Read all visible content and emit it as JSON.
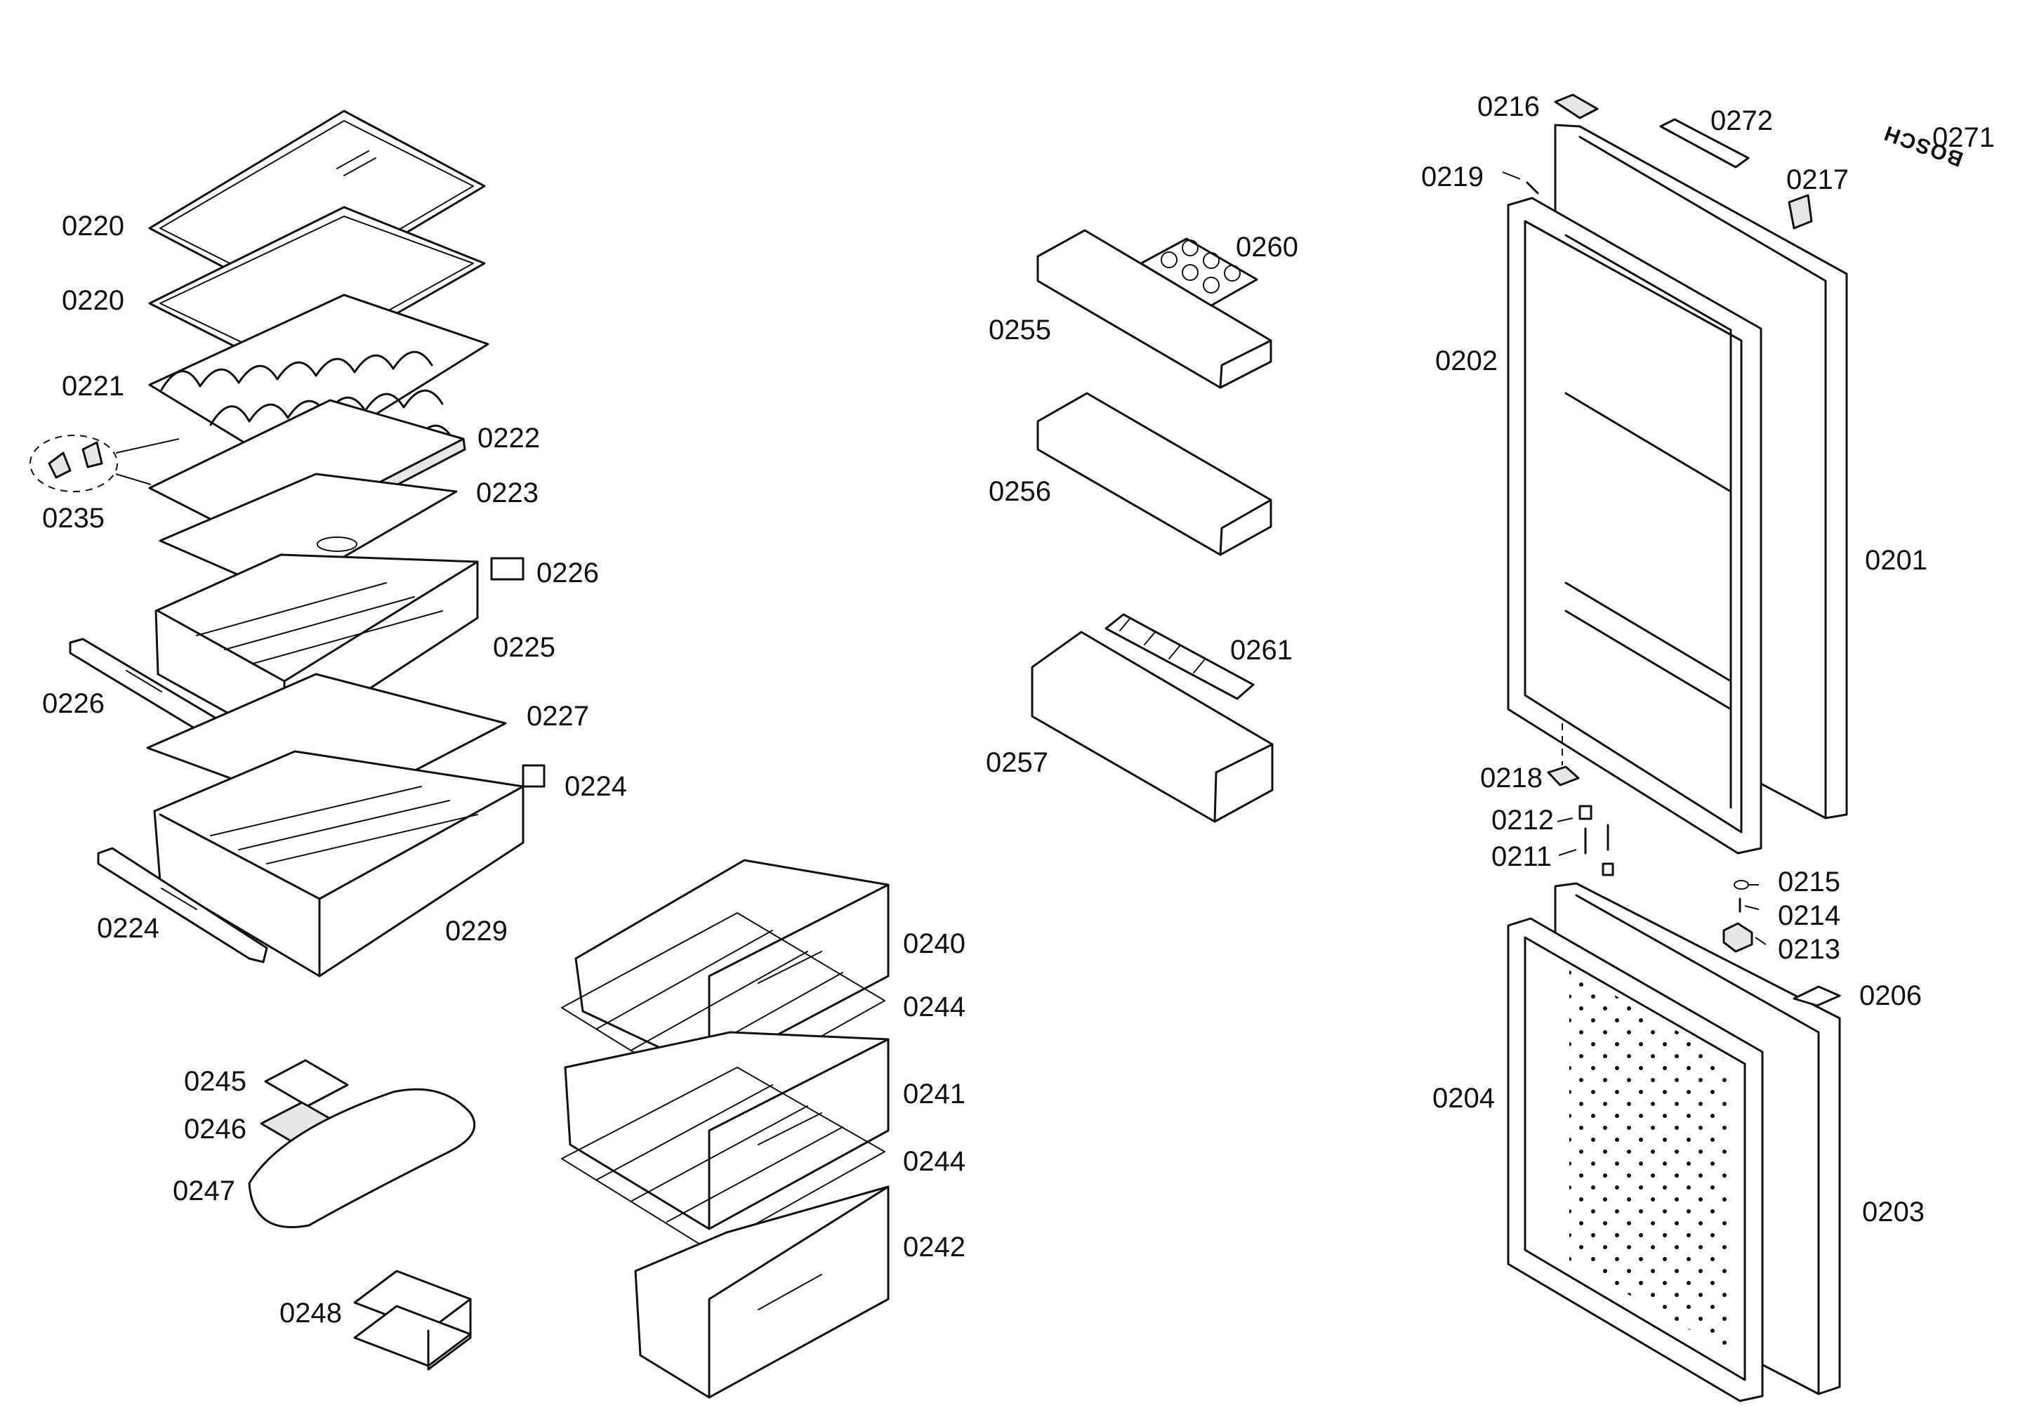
{
  "parts": [
    {
      "id": "lbl-0216",
      "text": "0216"
    },
    {
      "id": "lbl-0272",
      "text": "0272"
    },
    {
      "id": "lbl-0271",
      "text": "0271"
    },
    {
      "id": "lbl-0219",
      "text": "0219"
    },
    {
      "id": "lbl-0217",
      "text": "0217"
    },
    {
      "id": "lbl-0220a",
      "text": "0220"
    },
    {
      "id": "lbl-0220b",
      "text": "0220"
    },
    {
      "id": "lbl-0221",
      "text": "0221"
    },
    {
      "id": "lbl-0222",
      "text": "0222"
    },
    {
      "id": "lbl-0223",
      "text": "0223"
    },
    {
      "id": "lbl-0235",
      "text": "0235"
    },
    {
      "id": "lbl-0226a",
      "text": "0226"
    },
    {
      "id": "lbl-0225",
      "text": "0225"
    },
    {
      "id": "lbl-0226b",
      "text": "0226"
    },
    {
      "id": "lbl-0227",
      "text": "0227"
    },
    {
      "id": "lbl-0224a",
      "text": "0224"
    },
    {
      "id": "lbl-0224b",
      "text": "0224"
    },
    {
      "id": "lbl-0229",
      "text": "0229"
    },
    {
      "id": "lbl-0255",
      "text": "0255"
    },
    {
      "id": "lbl-0260",
      "text": "0260"
    },
    {
      "id": "lbl-0256",
      "text": "0256"
    },
    {
      "id": "lbl-0261",
      "text": "0261"
    },
    {
      "id": "lbl-0257",
      "text": "0257"
    },
    {
      "id": "lbl-0202",
      "text": "0202"
    },
    {
      "id": "lbl-0201",
      "text": "0201"
    },
    {
      "id": "lbl-0218",
      "text": "0218"
    },
    {
      "id": "lbl-0212",
      "text": "0212"
    },
    {
      "id": "lbl-0211",
      "text": "0211"
    },
    {
      "id": "lbl-0215",
      "text": "0215"
    },
    {
      "id": "lbl-0214",
      "text": "0214"
    },
    {
      "id": "lbl-0213",
      "text": "0213"
    },
    {
      "id": "lbl-0206",
      "text": "0206"
    },
    {
      "id": "lbl-0204",
      "text": "0204"
    },
    {
      "id": "lbl-0203",
      "text": "0203"
    },
    {
      "id": "lbl-0240",
      "text": "0240"
    },
    {
      "id": "lbl-0244a",
      "text": "0244"
    },
    {
      "id": "lbl-0241",
      "text": "0241"
    },
    {
      "id": "lbl-0244b",
      "text": "0244"
    },
    {
      "id": "lbl-0242",
      "text": "0242"
    },
    {
      "id": "lbl-0245",
      "text": "0245"
    },
    {
      "id": "lbl-0246",
      "text": "0246"
    },
    {
      "id": "lbl-0247",
      "text": "0247"
    },
    {
      "id": "lbl-0248",
      "text": "0248"
    }
  ],
  "brand_mark": "BOSCH"
}
